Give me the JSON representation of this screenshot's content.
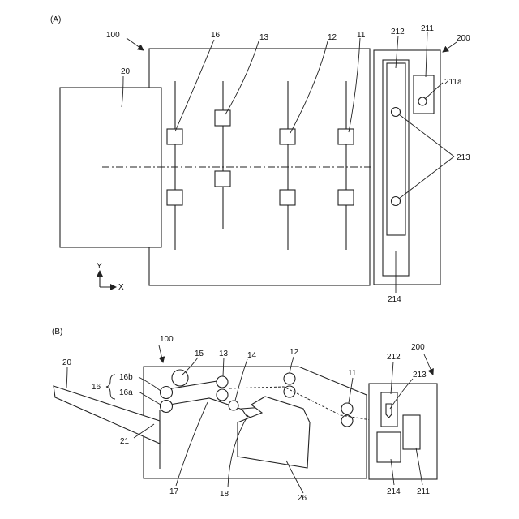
{
  "panels": {
    "a": "(A)",
    "b": "(B)"
  },
  "axes": {
    "y": "Y",
    "x": "X"
  },
  "labels_a": {
    "device100": "100",
    "device200": "200",
    "tray20": "20",
    "roller16": "16",
    "roller13": "13",
    "roller12": "12",
    "roller11": "11",
    "part212": "212",
    "part211": "211",
    "part211a": "211a",
    "part213": "213",
    "part214": "214"
  },
  "labels_b": {
    "device100": "100",
    "device200": "200",
    "tray20": "20",
    "roller16": "16",
    "roller16b": "16b",
    "roller16a": "16a",
    "roller15": "15",
    "roller13": "13",
    "roller14": "14",
    "roller12": "12",
    "roller11": "11",
    "part212": "212",
    "part213": "213",
    "part21": "21",
    "part17": "17",
    "part18": "18",
    "part26": "26",
    "part214": "214",
    "part211": "211"
  }
}
